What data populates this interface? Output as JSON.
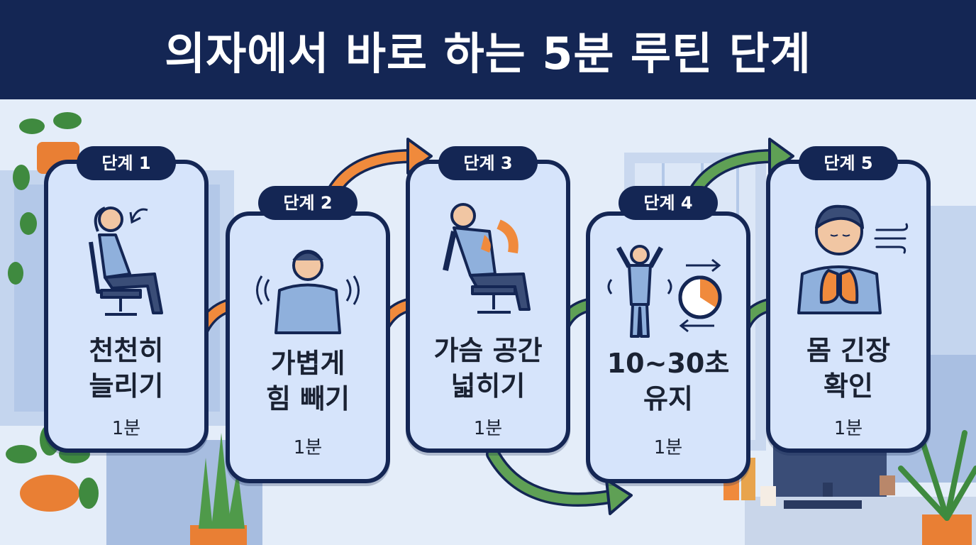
{
  "title": "의자에서 바로 하는 5분 루틴 단계",
  "steps": [
    {
      "badge": "단계 1",
      "line1": "천천히",
      "line2": "늘리기",
      "duration": "1분",
      "icon": "stretch-head-icon"
    },
    {
      "badge": "단계 2",
      "line1": "가볍게",
      "line2": "힘 빼기",
      "duration": "1분",
      "icon": "shoulder-relax-icon"
    },
    {
      "badge": "단계 3",
      "line1": "가슴 공간",
      "line2": "넓히기",
      "duration": "1분",
      "icon": "chest-open-icon"
    },
    {
      "badge": "단계 4",
      "line1": "10~30초",
      "line2": "유지",
      "duration": "1분",
      "icon": "hold-timer-icon"
    },
    {
      "badge": "단계 5",
      "line1": "몸 긴장",
      "line2": "확인",
      "duration": "1분",
      "icon": "breathe-lungs-icon"
    }
  ],
  "colors": {
    "navy": "#142654",
    "card": "#d6e4fb",
    "orange": "#f08a3c",
    "green": "#5fa055"
  }
}
